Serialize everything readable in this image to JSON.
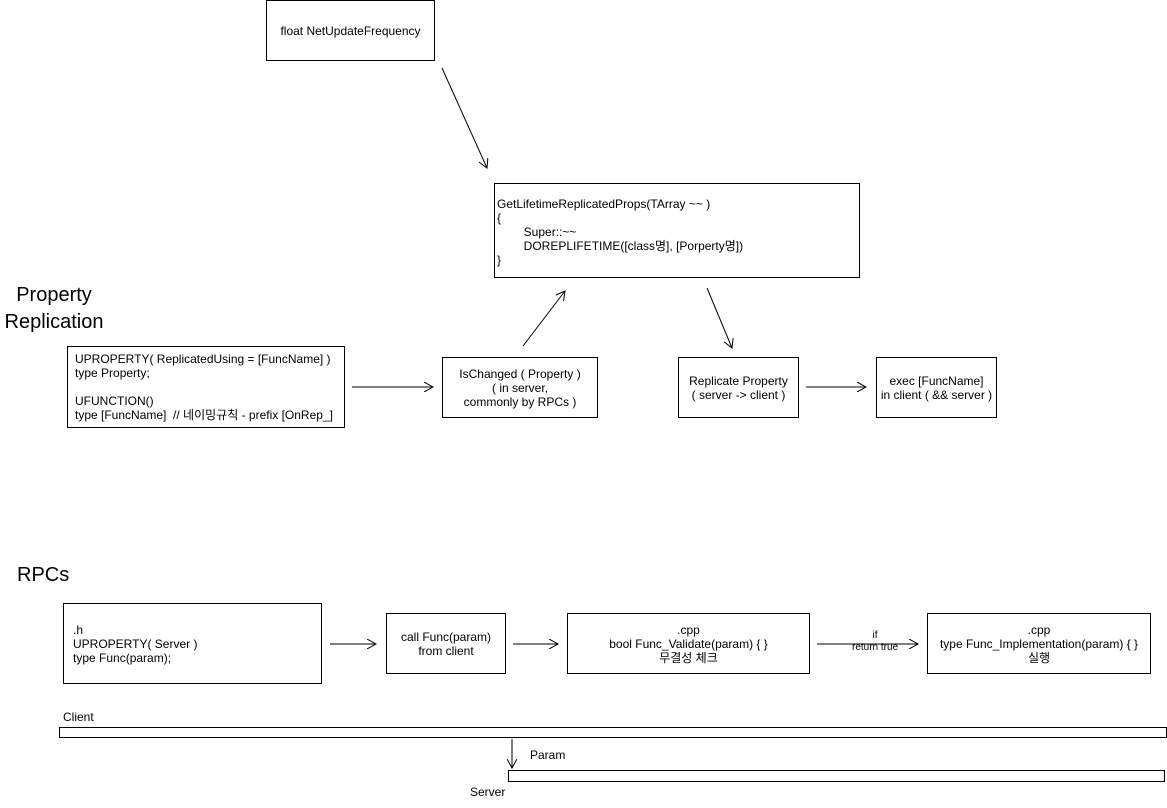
{
  "headings": {
    "property_replication": [
      "Property",
      "Replication"
    ],
    "rpcs": "RPCs"
  },
  "boxes": {
    "net_update": [
      "float NetUpdateFrequency"
    ],
    "get_lifetime": [
      "GetLifetimeReplicatedProps(TArray ~~ )",
      "{",
      "        Super::~~",
      "        DOREPLIFETIME([class명], [Porperty명])",
      "}"
    ],
    "uproperty_decl": [
      "UPROPERTY( ReplicatedUsing = [FuncName] )",
      "type Property;",
      " ",
      "UFUNCTION()",
      "type [FuncName]  // 네이밍규칙 - prefix [OnRep_]"
    ],
    "is_changed": [
      "IsChanged ( Property )",
      "( in server,",
      "commonly by RPCs )"
    ],
    "replicate_property": [
      "Replicate Property",
      "( server -> client )"
    ],
    "exec_funcname": [
      "exec [FuncName]",
      "in client ( && server )"
    ],
    "rpc_header": [
      ".h",
      "UPROPERTY( Server )",
      "type Func(param);"
    ],
    "call_func": [
      "call Func(param)",
      "from client"
    ],
    "validate": [
      ".cpp",
      "bool Func_Validate(param) { }",
      "무결성 체크"
    ],
    "implementation": [
      ".cpp",
      "type Func_Implementation(param) { }",
      "실행"
    ]
  },
  "edge_labels": {
    "if_return_true": [
      "if",
      "return true"
    ]
  },
  "timeline": {
    "client_label": "Client",
    "param_label": "Param",
    "server_label": "Server"
  }
}
